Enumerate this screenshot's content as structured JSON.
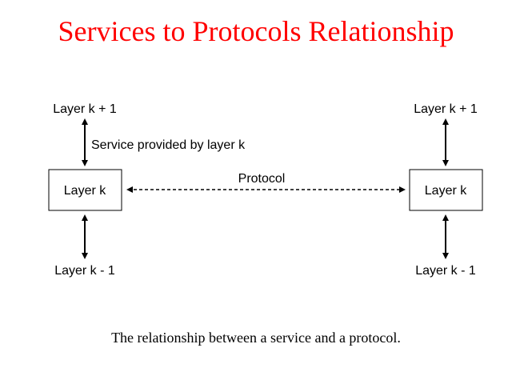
{
  "title": "Services to Protocols Relationship",
  "title_color": "#ff0000",
  "diagram": {
    "left_top_label": "Layer k + 1",
    "right_top_label": "Layer k + 1",
    "service_label": "Service provided by layer k",
    "protocol_label": "Protocol",
    "left_box_label": "Layer k",
    "right_box_label": "Layer k",
    "left_bottom_label": "Layer k - 1",
    "right_bottom_label": "Layer k - 1"
  },
  "caption": "The relationship between a service and a protocol."
}
